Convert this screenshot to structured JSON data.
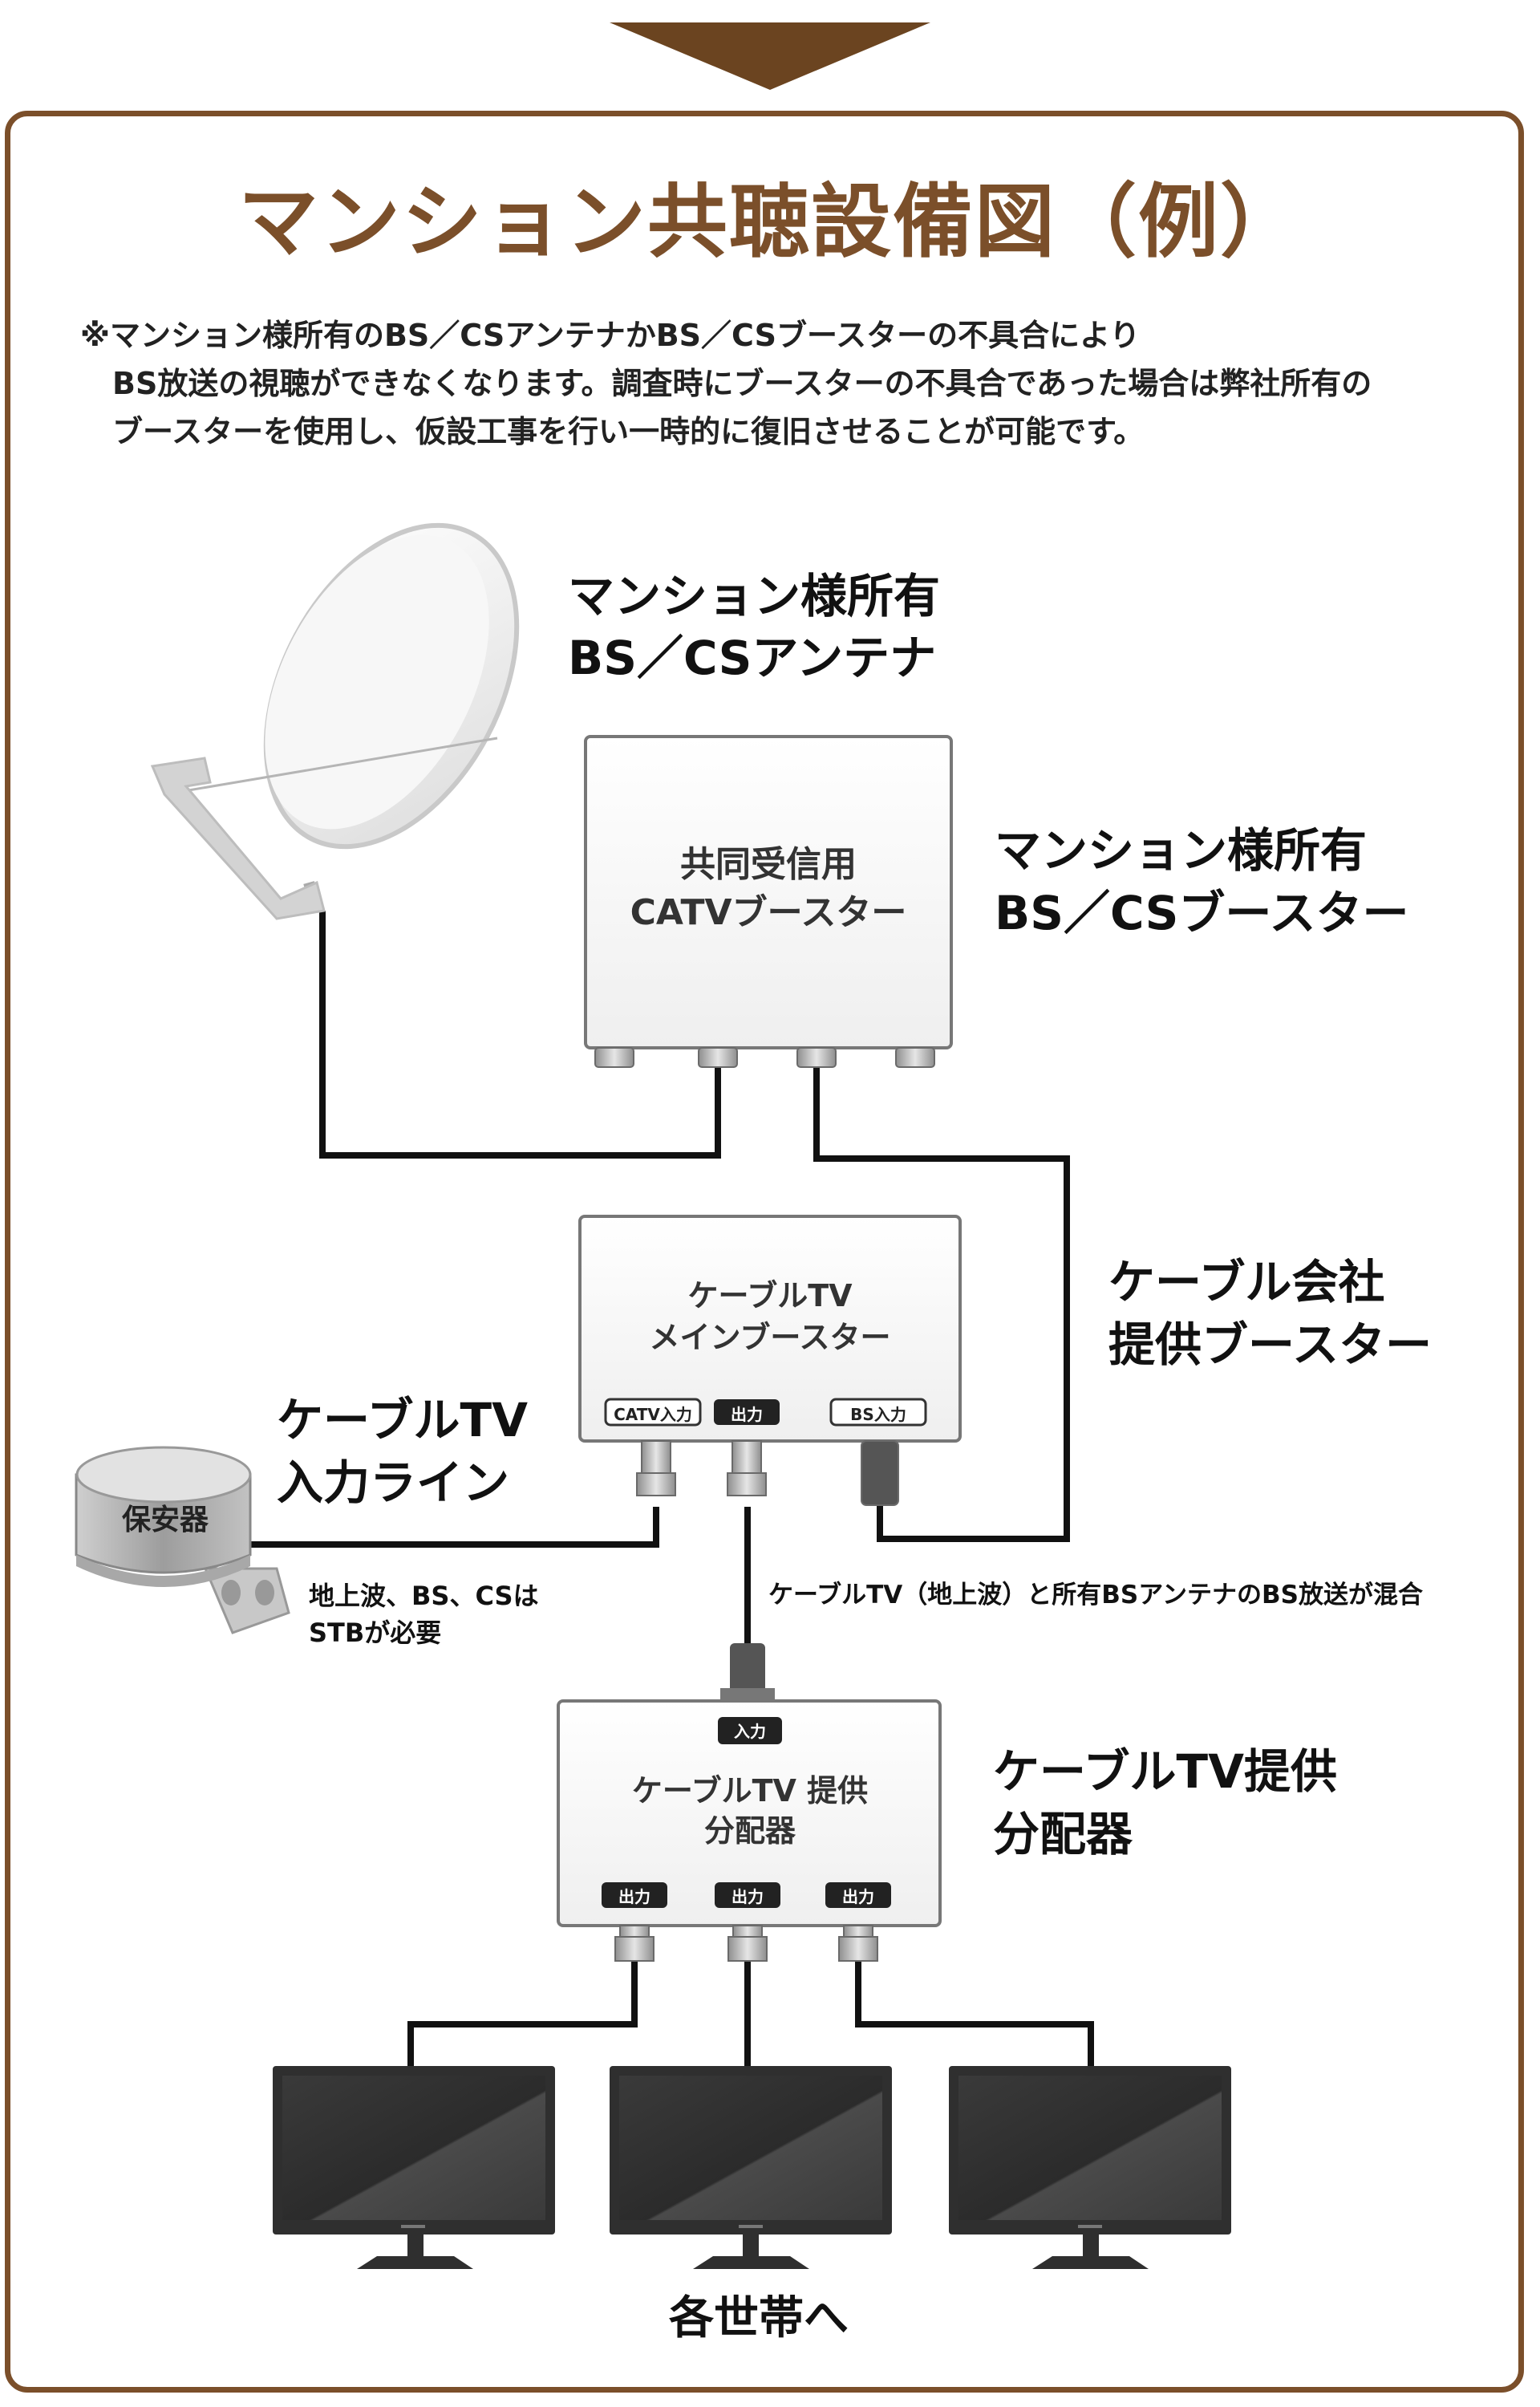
{
  "title": "マンション共聴設備図（例）",
  "notice": {
    "line1": "※マンション様所有のBS／CSアンテナかBS／CSブースターの不具合により",
    "line2": "BS放送の視聴ができなくなります。調査時にブースターの不具合であった場合は弊社所有の",
    "line3": "ブースターを使用し、仮設工事を行い一時的に復旧させることが可能です。"
  },
  "antenna_label": {
    "line1": "マンション様所有",
    "line2": "BS／CSアンテナ"
  },
  "booster": {
    "box_line1": "共同受信用",
    "box_line2": "CATVブースター",
    "label_line1": "マンション様所有",
    "label_line2": "BS／CSブースター"
  },
  "main_booster": {
    "box_line1": "ケーブルTV",
    "box_line2": "メインブースター",
    "port_catv": "CATV入力",
    "port_out": "出力",
    "port_bs": "BS入力",
    "label_line1": "ケーブル会社",
    "label_line2": "提供ブースター"
  },
  "cable_input": {
    "line1": "ケーブルTV",
    "line2": "入力ライン"
  },
  "protector": {
    "label": "保安器"
  },
  "stb_note": {
    "line1": "地上波、BS、CSは",
    "line2": "STBが必要"
  },
  "mix_note": "ケーブルTV（地上波）と所有BSアンテナのBS放送が混合",
  "splitter": {
    "port_in": "入力",
    "box_line1": "ケーブルTV 提供",
    "box_line2": "分配器",
    "port_out": "出力",
    "label_line1": "ケーブルTV提供",
    "label_line2": "分配器"
  },
  "destination": "各世帯へ",
  "colors": {
    "brand": "#7b4f2a",
    "text": "#222222",
    "cable": "#111111"
  },
  "icons": [
    "down-arrow-icon",
    "satellite-dish-icon",
    "protector-icon",
    "tv-icon"
  ]
}
